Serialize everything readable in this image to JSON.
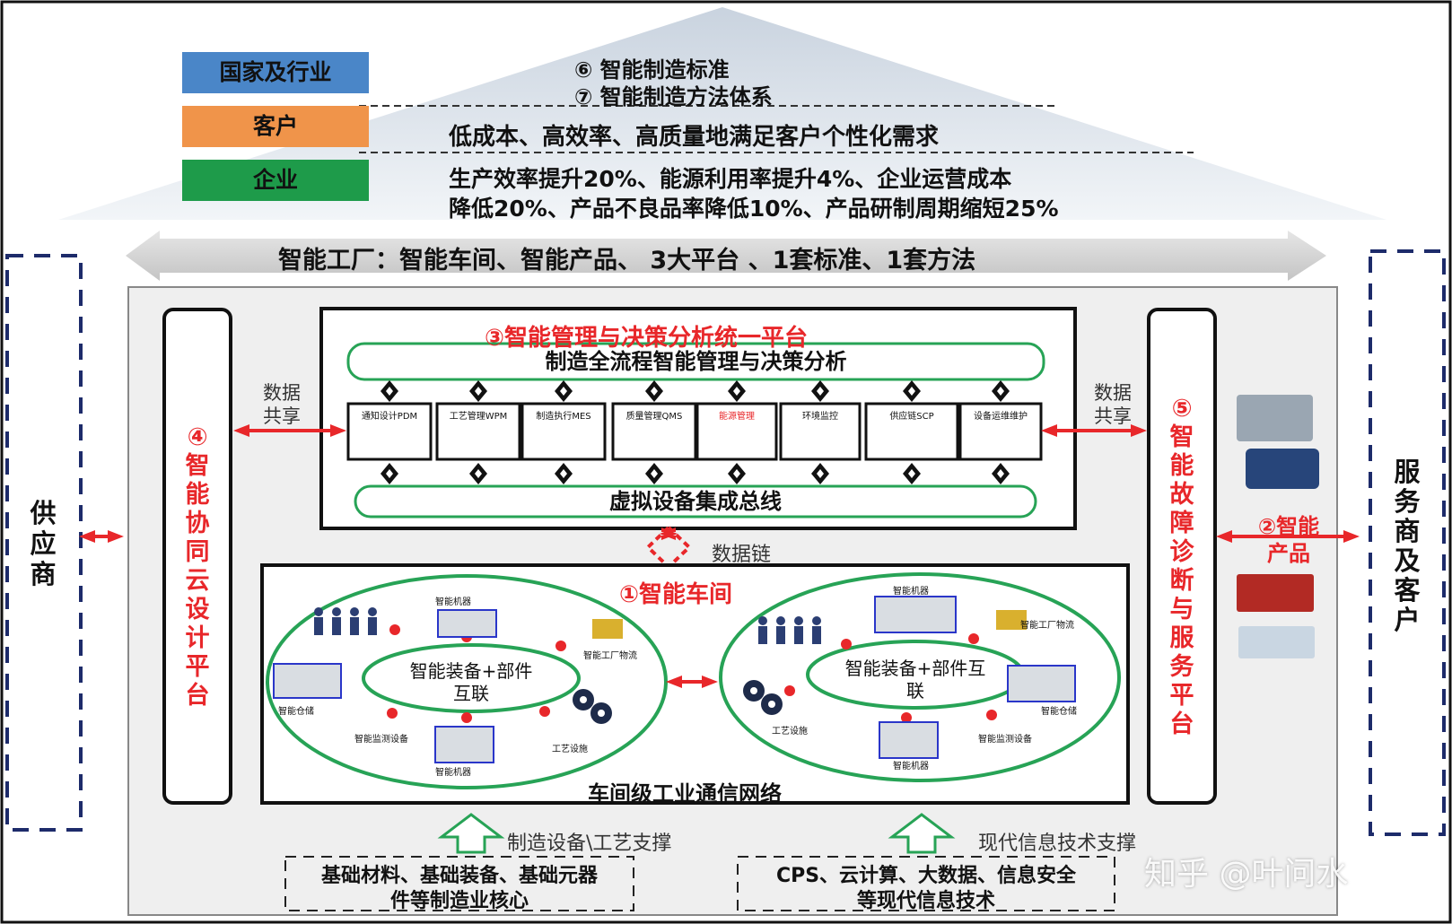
{
  "roof": {
    "standards": "⑥ 智能制造标准",
    "methods": "⑦ 智能制造方法体系",
    "customer_need": "低成本、高效率、高质量地满足客户个性化需求",
    "enterprise_line1": "生产效率提升20%、能源利用率提升4%、企业运营成本",
    "enterprise_line2": "降低20%、产品不良品率降低10%、产品研制周期缩短25%"
  },
  "tags": {
    "national": "国家及行业",
    "customer": "客户",
    "enterprise": "企业"
  },
  "banner": "智能工厂：智能车间、智能产品、 3大平台 、1套标准、1套方法",
  "sides": {
    "supplier": "供应商",
    "service": "服务商及客户"
  },
  "platforms": {
    "left": "④智能协同云设计平台",
    "right": "⑤智能故障诊断与服务平台",
    "management_title": "③智能管理与决策分析统一平台",
    "management_bar": "制造全流程智能管理与决策分析",
    "bus": "虚拟设备集成总线"
  },
  "modules": [
    "通知设计PDM",
    "工艺管理WPM",
    "制造执行MES",
    "质量管理QMS",
    "能源管理",
    "环境监控",
    "供应链SCP",
    "设备运维维护"
  ],
  "data_share_left": "数据共享",
  "data_share_right": "数据共享",
  "data_chain": "数据链",
  "product": "②智能产品",
  "workshop": {
    "title": "①智能车间",
    "network": "车间级工业通信网络",
    "left_core": "智能装备+部件互联",
    "right_core": "智能装备+部件互联",
    "left_labels": [
      "智能机器",
      "智能工厂物流",
      "工艺设施",
      "智能机器",
      "智能监测设备",
      "智能仓储"
    ],
    "right_labels": [
      "智能机器",
      "智能工厂物流",
      "智能仓储",
      "智能监测设备",
      "智能机器",
      "工艺设施"
    ]
  },
  "supports": {
    "left_label": "制造设备\\工艺支撑",
    "right_label": "现代信息技术支撑",
    "left_box": [
      "基础材料、基础装备、基础元器",
      "件等制造业核心"
    ],
    "right_box": [
      "CPS、云计算、大数据、信息安全",
      "等现代信息技术"
    ]
  },
  "watermark": "知乎 @叶问水",
  "colors": {
    "national_tag": "#4a86c8",
    "customer_tag": "#f0944a",
    "enterprise_tag": "#1e9b4a",
    "accent_red": "#e8272a",
    "ellipse_green": "#27a356",
    "dash_navy": "#1d2b6a"
  }
}
